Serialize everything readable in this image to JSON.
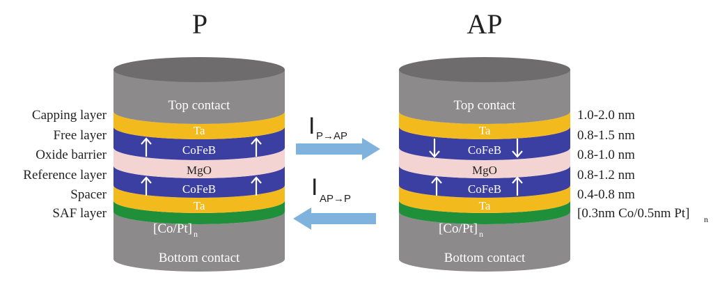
{
  "states": {
    "parallel": {
      "label": "P"
    },
    "antiparallel": {
      "label": "AP"
    }
  },
  "layer_names": {
    "capping": "Capping layer",
    "free": "Free layer",
    "oxide": "Oxide barrier",
    "reference": "Reference layer",
    "spacer": "Spacer",
    "saf": "SAF layer"
  },
  "thicknesses": {
    "capping": "1.0-2.0 nm",
    "free": "0.8-1.5 nm",
    "oxide": "0.8-1.0 nm",
    "reference": "0.8-1.2 nm",
    "spacer": "0.4-0.8 nm",
    "saf_main": "[0.3nm Co/0.5nm Pt]",
    "saf_sub": "n"
  },
  "pillar_labels": {
    "top_contact": "Top contact",
    "ta": "Ta",
    "cofeb": "CoFeB",
    "mgo": "MgO",
    "copt_main": "[Co/Pt]",
    "copt_sub": "n",
    "bottom_contact": "Bottom contact"
  },
  "currents": {
    "p_to_ap": {
      "main": "I",
      "sub": "P→AP"
    },
    "ap_to_p": {
      "main": "I",
      "sub": "AP→P"
    }
  },
  "magnetization": {
    "parallel": {
      "free": "up",
      "reference": "up"
    },
    "antiparallel": {
      "free": "down",
      "reference": "up"
    }
  },
  "colors": {
    "contact": "#8c8a8a",
    "contact_top": "#6e6c6c",
    "ta": "#f2ba1c",
    "cofeb": "#3b3fa1",
    "mgo": "#f4d3d3",
    "copt": "#1f8f3a",
    "arrow": "#7fb3dd"
  }
}
